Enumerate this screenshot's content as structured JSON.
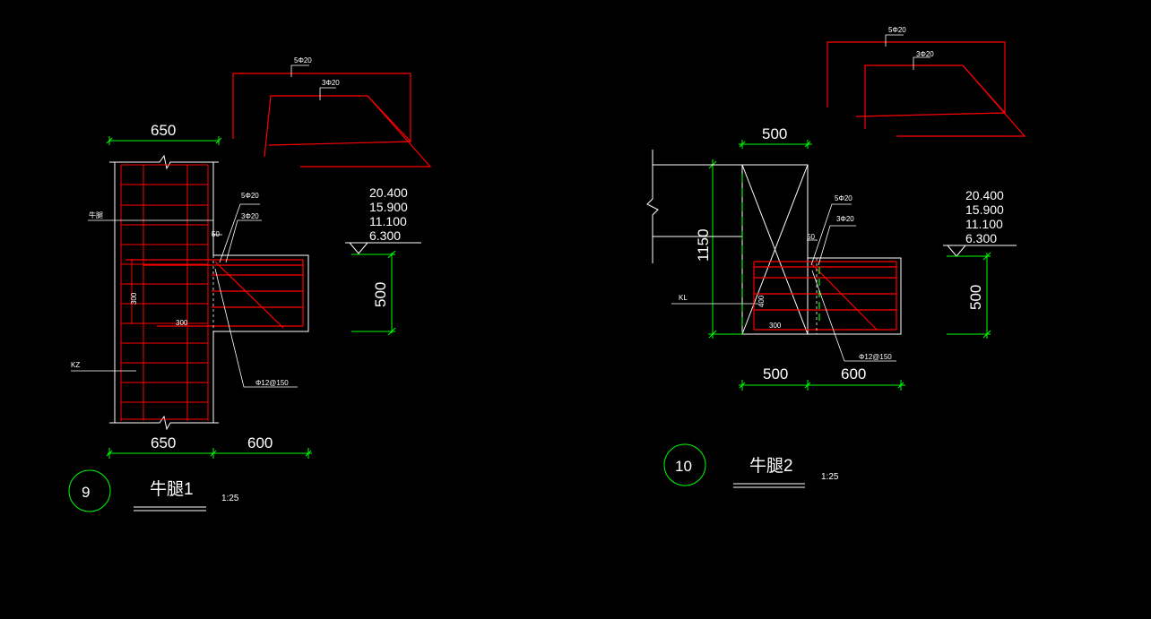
{
  "colors": {
    "background": "#000000",
    "concrete_outline": "#ffffff",
    "rebar": "#ff0000",
    "dimension": "#00ff00",
    "text": "#ffffff"
  },
  "detail_9": {
    "number": "9",
    "title": "牛腿1",
    "scale": "1:25",
    "dim_top": "650",
    "dim_bottom_col": "650",
    "dim_bottom_corbel": "600",
    "dim_height": "500",
    "dim_vert_300": "300",
    "dim_horiz_300": "300",
    "dim_50": "50",
    "label_top_bar": "5Φ20",
    "label_bottom_bar": "3Φ20",
    "label_stirrup": "Φ12@150",
    "label_column": "KZ",
    "label_beam": "牛腿",
    "bend_top_label": "5Φ20",
    "bend_bottom_label": "3Φ20",
    "elevations": [
      "20.400",
      "15.900",
      "11.100",
      "6.300"
    ]
  },
  "detail_10": {
    "number": "10",
    "title": "牛腿2",
    "scale": "1:25",
    "dim_top": "500",
    "dim_bottom_col": "500",
    "dim_bottom_corbel": "600",
    "dim_height": "500",
    "dim_col_height": "1150",
    "dim_vert_400": "400",
    "dim_horiz_300": "300",
    "dim_50": "50",
    "label_top_bar": "5Φ20",
    "label_bottom_bar": "3Φ20",
    "label_stirrup": "Φ12@150",
    "label_beam": "KL",
    "bend_top_label": "5Φ20",
    "bend_bottom_label": "3Φ20",
    "elevations": [
      "20.400",
      "15.900",
      "11.100",
      "6.300"
    ]
  }
}
